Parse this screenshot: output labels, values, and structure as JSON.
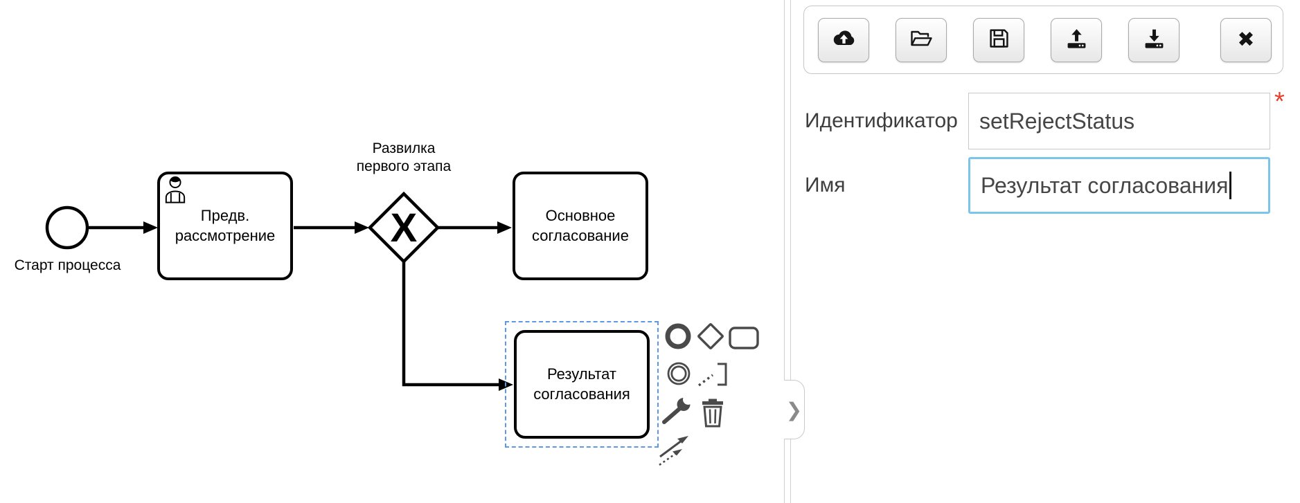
{
  "diagram": {
    "start_event_label": "Старт процесса",
    "task_preliminary_label": "Предв.\nрассмотрение",
    "gateway_label": "Развилка\nпервого этапа",
    "gateway_marker": "X",
    "task_main_label": "Основное\nсогласование",
    "task_result_label": "Результат\nсогласования",
    "selected_element": "task_result",
    "context_pad_icons": [
      "append-end-event",
      "append-gateway",
      "append-task",
      "append-intermediate-event",
      "append-text-annotation",
      "wrench-change-type",
      "trash-delete",
      "connect-tool"
    ]
  },
  "divider_toggle": {
    "chevron": "❯"
  },
  "panel": {
    "toolbar": {
      "button_icons": [
        "cloud-upload",
        "open-folder",
        "save",
        "upload",
        "download",
        "close"
      ],
      "close_glyph": "✖"
    },
    "fields": {
      "identifier": {
        "label": "Идентификатор",
        "value": "setRejectStatus",
        "required_marker": "*"
      },
      "name": {
        "label": "Имя",
        "value": "Результат согласования",
        "focused": true
      }
    }
  },
  "colors": {
    "selection_dash": "#5d97e8",
    "focus_border": "#7cc4e8",
    "required_red": "#e8402d",
    "pad_icon_gray": "#4a4a4a",
    "divider_gray": "#cfcfcf"
  }
}
